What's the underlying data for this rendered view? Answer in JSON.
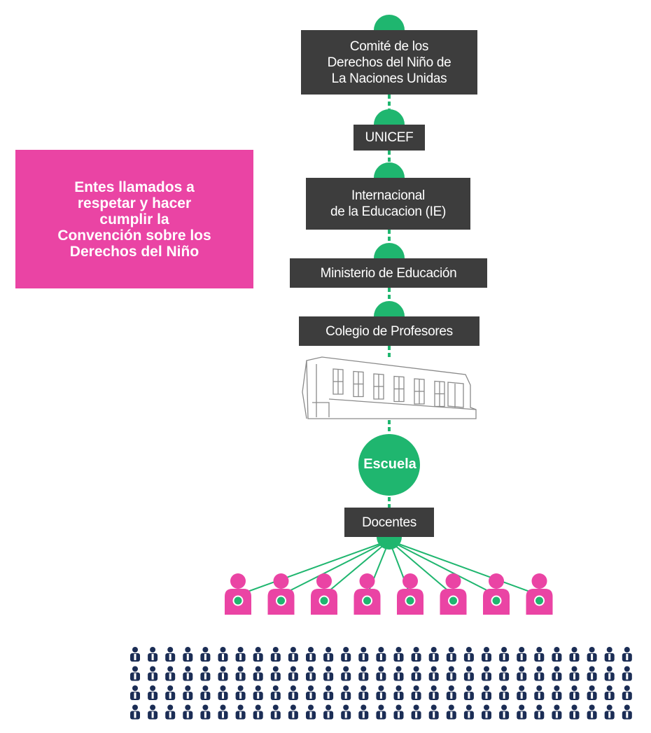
{
  "pink_box": {
    "text": "Entes llamados a\nrespetar y hacer\ncumplir la\nConvención sobre los\nDerechos del Niño"
  },
  "chain": [
    {
      "label": "Comité de los\nDerechos del Niño de\nLa Naciones Unidas"
    },
    {
      "label": "UNICEF"
    },
    {
      "label": "Internacional\nde la Educacion (IE)"
    },
    {
      "label": "Ministerio de Educación"
    },
    {
      "label": "Colegio de Profesores"
    }
  ],
  "escuela": {
    "label": "Escuela"
  },
  "docentes": {
    "label": "Docentes"
  },
  "teacher_count": 8,
  "student_grid": {
    "columns": 29,
    "rows": 4
  },
  "colors": {
    "box": "#3d3d3d",
    "connector": "#1fb66f",
    "pink": "#ea44a4",
    "student": "#1b2d55"
  }
}
